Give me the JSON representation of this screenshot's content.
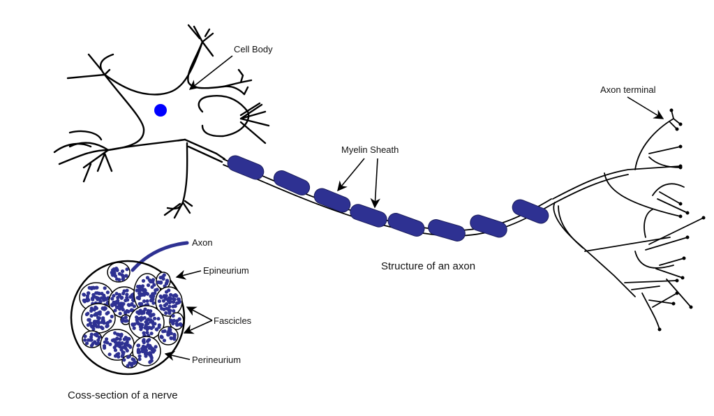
{
  "diagram": {
    "title": "Structure of an axon",
    "labels": {
      "cell_body": "Cell Body",
      "myelin_sheath": "Myelin Sheath",
      "axon_terminal": "Axon terminal",
      "axon": "Axon",
      "epineurium": "Epineurium",
      "fascicles": "Fascicles",
      "perineurium": "Perineurium"
    },
    "captions": {
      "axon_structure": "Structure of an axon",
      "cross_section": "Coss-section of a nerve"
    },
    "colors": {
      "myelin": "#2e3192",
      "nucleus": "#0000ff",
      "outline": "#000000",
      "background": "#ffffff"
    },
    "myelin_segment_count": 8
  }
}
